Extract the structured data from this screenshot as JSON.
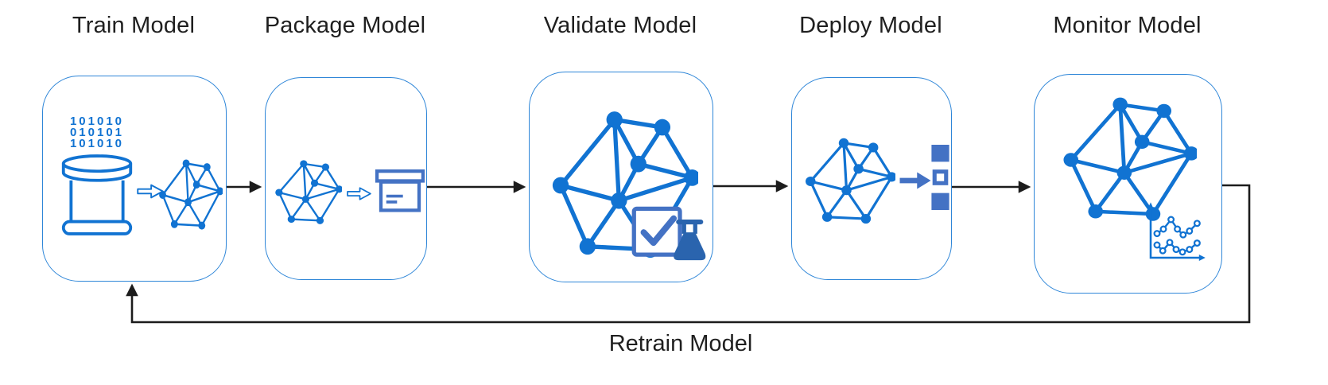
{
  "diagram": {
    "stages": [
      {
        "id": "train",
        "label": "Train Model"
      },
      {
        "id": "package",
        "label": "Package Model"
      },
      {
        "id": "validate",
        "label": "Validate Model"
      },
      {
        "id": "deploy",
        "label": "Deploy Model"
      },
      {
        "id": "monitor",
        "label": "Monitor Model"
      }
    ],
    "feedback": {
      "label": "Retrain Model"
    },
    "train_binary_lines": [
      "101010",
      "010101",
      "101010"
    ],
    "icons": {
      "train": [
        "binary-data",
        "database-icon",
        "hollow-arrow-icon",
        "network-graph-icon"
      ],
      "package": [
        "network-graph-icon",
        "hollow-arrow-icon",
        "package-box-icon"
      ],
      "validate": [
        "network-graph-icon",
        "checkmark-badge-icon",
        "flask-icon"
      ],
      "deploy": [
        "network-graph-icon",
        "solid-arrow-icon",
        "container-stack-icon"
      ],
      "monitor": [
        "network-graph-icon",
        "line-chart-icon"
      ]
    },
    "colors": {
      "box_border": "#2E86D8",
      "icon_blue": "#1173D2",
      "muted_blue": "#4472C4",
      "flask_blue": "#2A64AE",
      "connector_black": "#1C1C1C",
      "label_text": "#1F1F1F"
    }
  }
}
